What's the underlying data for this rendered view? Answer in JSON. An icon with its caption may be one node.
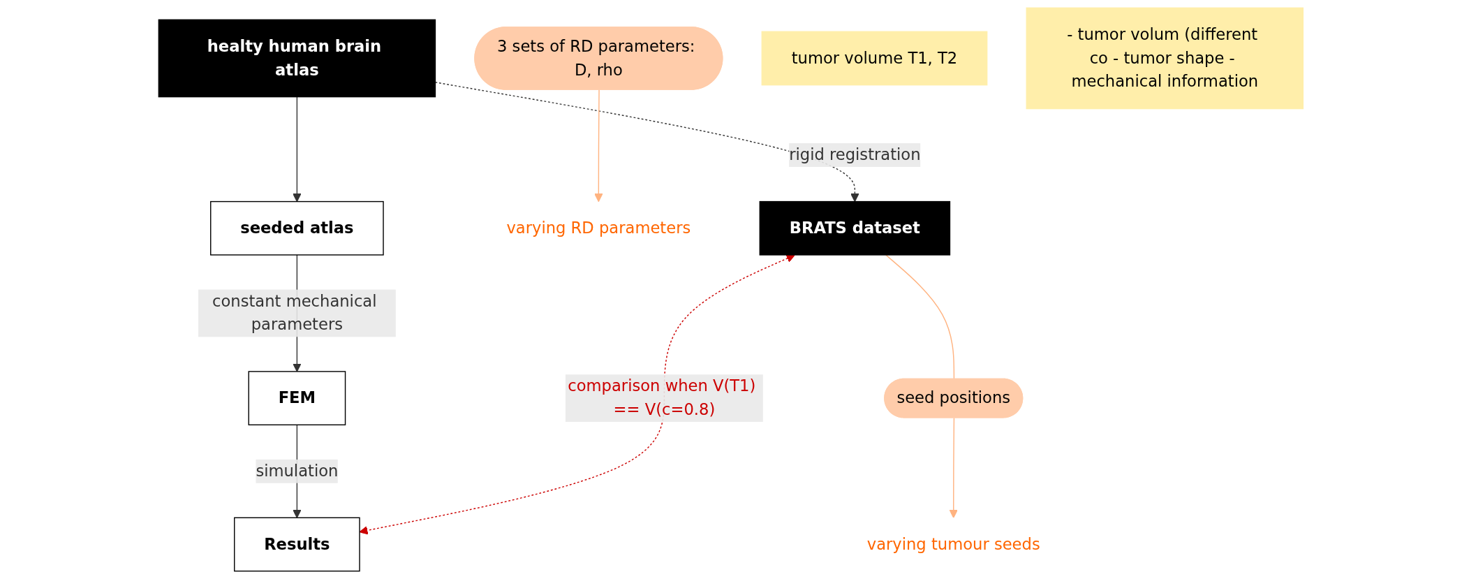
{
  "diagram": {
    "nodes": [
      {
        "text": [
          "healty human brain atlas"
        ]
      },
      {
        "text": [
          "varying tumour seeds"
        ]
      },
      {
        "text": [
          "seeded atlas"
        ]
      },
      {
        "text": [
          "FEM"
        ]
      },
      {
        "text": [
          "varying RD parameters"
        ]
      },
      {
        "text": [
          "seed positions"
        ]
      },
      {
        "text": [
          "3 sets of RD parameters: D, rho"
        ]
      },
      {
        "text": [
          "tumor volume T1, T2"
        ]
      },
      {
        "text": [
          "BRATS dataset"
        ]
      },
      {
        "text": [
          "Results"
        ]
      },
      {
        "text": [
          "- tumor volum (different co - tumor shape - mechanical information"
        ]
      }
    ],
    "edges": [
      {
        "from": 0,
        "to": 2,
        "arrow": "to"
      },
      {
        "from": 2,
        "to": 3,
        "arrow": "to",
        "label": "constant mechanical parameters"
      },
      {
        "from": 0,
        "to": 8,
        "arrow": "to",
        "label": "rigid registration",
        "style": "dashed"
      },
      {
        "from": 8,
        "to": 5,
        "arrow": "none",
        "color": "#ffb380"
      },
      {
        "from": 5,
        "to": 1,
        "arrow": "to",
        "color": "#ffb380"
      },
      {
        "from": 6,
        "to": 4,
        "arrow": "to",
        "color": "#ffb380"
      },
      {
        "from": 3,
        "to": 9,
        "arrow": "to",
        "label": "simulation"
      },
      {
        "from": 8,
        "to": 9,
        "arrow": "both",
        "label": "comparison when V(T1) == V(c=0.8)",
        "style": "dashed",
        "color": "#cc0000"
      }
    ]
  }
}
